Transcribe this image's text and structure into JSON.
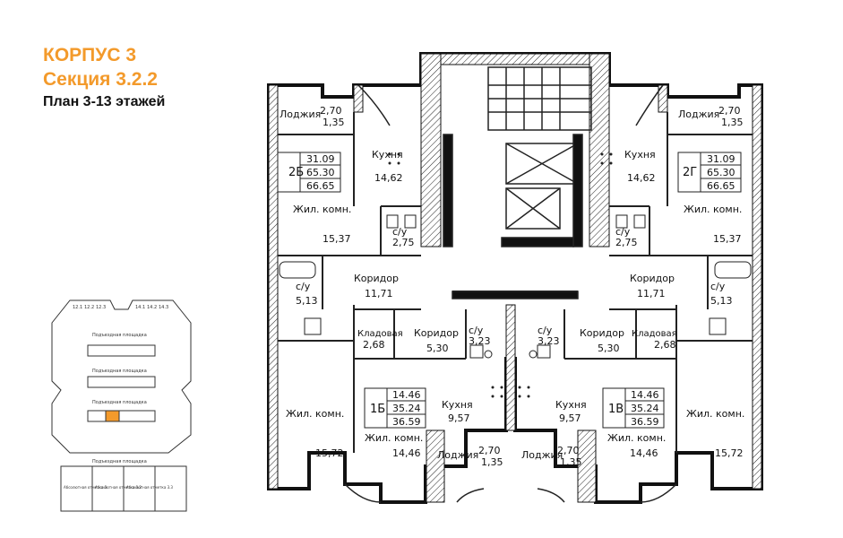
{
  "header": {
    "building": "КОРПУС 3",
    "section": "Секция 3.2.2",
    "plan": "План 3-13 этажей"
  },
  "colors": {
    "accent": "#f39a2b",
    "wall": "#111111",
    "line": "#222222",
    "highlight": "#f39a2b"
  },
  "rooms": {
    "loggia": "Лоджия",
    "kitchen": "Кухня",
    "living": "Жил. комн.",
    "bath": "с/у",
    "corridor": "Коридор",
    "pantry": "Кладовая"
  },
  "apartments": {
    "a2b": {
      "code": "2Б",
      "living_area": "31.09",
      "area": "65.30",
      "total": "66.65"
    },
    "a2g": {
      "code": "2Г",
      "living_area": "31.09",
      "area": "65.30",
      "total": "66.65"
    },
    "a1b": {
      "code": "1Б",
      "living_area": "14.46",
      "area": "35.24",
      "total": "36.59"
    },
    "a1v": {
      "code": "1В",
      "living_area": "14.46",
      "area": "35.24",
      "total": "36.59"
    }
  },
  "areas": {
    "loggia_top_left": "2,70",
    "loggia_top_left_2": "1,35",
    "loggia_top_right": "2,70",
    "loggia_top_right_2": "1,35",
    "kitchen_left": "14,62",
    "kitchen_right": "14,62",
    "living_left_top": "15,37",
    "living_right_top": "15,37",
    "bath_left_top": "2,75",
    "bath_right_top": "2,75",
    "bath_left_side": "5,13",
    "bath_right_side": "5,13",
    "corridor_left": "11,71",
    "corridor_right": "11,71",
    "pantry_left": "2,68",
    "pantry_right": "2,68",
    "corridor_mid_left": "5,30",
    "corridor_mid_right": "5,30",
    "bath_mid_left": "3,23",
    "bath_mid_right": "3,23",
    "kitchen_mid_left": "9,57",
    "kitchen_mid_right": "9,57",
    "living_left_bottom": "15,72",
    "living_right_bottom": "15,72",
    "living_mid_left": "14,46",
    "living_mid_right": "14,46",
    "loggia_bottom_left": "2,70",
    "loggia_bottom_left_2": "1,35",
    "loggia_bottom_right": "2,70",
    "loggia_bottom_right_2": "1,35"
  },
  "minimap": {
    "top_row": [
      "12.1",
      "12.2",
      "12.3",
      "14.1",
      "14.2",
      "14.3"
    ],
    "caption": "Подъездная площадка",
    "legend": [
      "Абсолютная отметка 3",
      "Абсолютная отметка 3.2",
      "Абсолютная отметка 3.3"
    ]
  }
}
